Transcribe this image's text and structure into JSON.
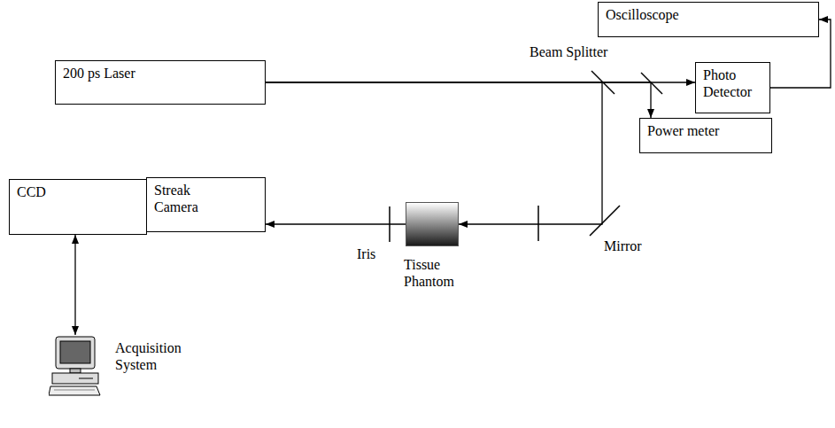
{
  "diagram": {
    "nodes": [
      {
        "text": [
          "Oscilloscope"
        ]
      },
      {
        "text": [
          "200 ps Laser"
        ]
      },
      {
        "text": [
          "Photo Detector"
        ]
      },
      {
        "text": [
          "Power meter"
        ]
      },
      {
        "text": [
          "CCD"
        ]
      },
      {
        "text": [
          "Streak Camera"
        ]
      },
      {
        "text": [
          "Tissue Phantom"
        ]
      },
      {
        "text": [
          "Acquisition System"
        ]
      }
    ],
    "edges": [
      {
        "from": 1,
        "to": 2,
        "arrow": "to"
      },
      {
        "from": 1,
        "to": 3,
        "arrow": "to"
      },
      {
        "from": 1,
        "to": 6,
        "arrow": "to"
      },
      {
        "from": 6,
        "to": 5,
        "arrow": "to"
      },
      {
        "from": 2,
        "to": 0,
        "arrow": "to"
      },
      {
        "from": 4,
        "to": 7,
        "arrow": "both"
      }
    ],
    "labels": [
      "Beam Splitter",
      "Mirror",
      "Iris"
    ]
  }
}
